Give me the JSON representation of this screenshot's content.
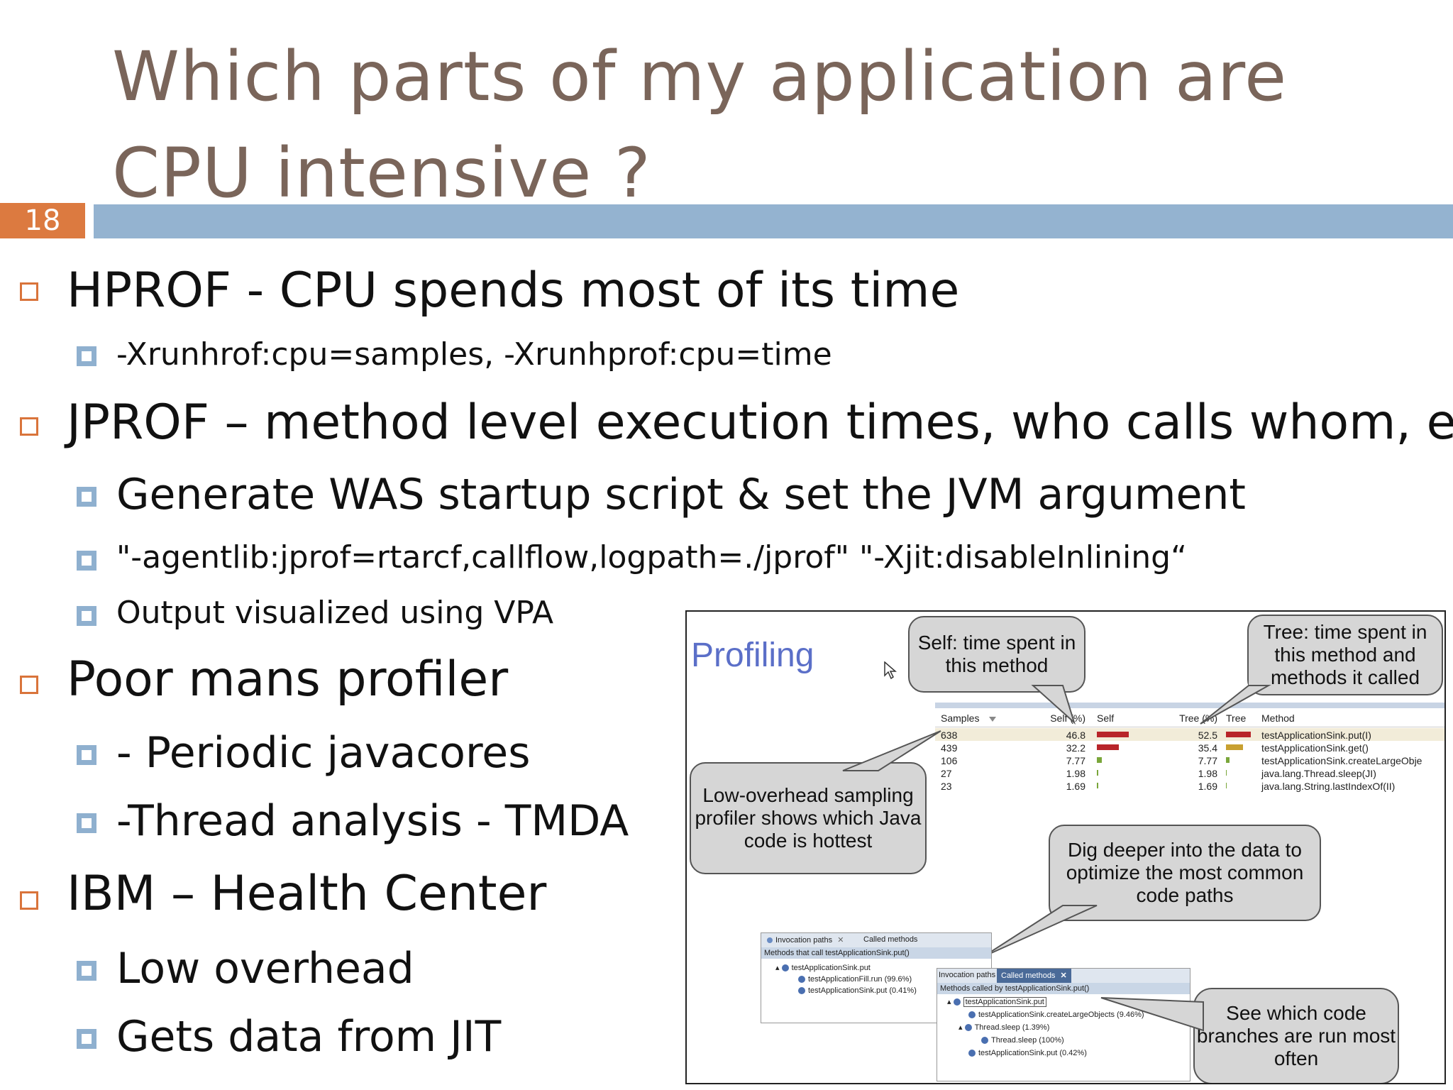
{
  "slide": {
    "title_line1": "Which parts of my application are",
    "title_line2": "CPU intensive ?",
    "number": "18",
    "colors": {
      "title": "#7a655a",
      "accent_bar": "#94b3d0",
      "number_bg": "#dc7a40"
    }
  },
  "bullets": {
    "hprof": "HPROF - CPU spends most of its time",
    "hprof_sub1": "-Xrunhrof:cpu=samples, -Xrunhprof:cpu=time",
    "jprof": "JPROF – method level execution times, who calls whom, etc.",
    "jprof_sub1": "Generate WAS startup script & set the JVM argument",
    "jprof_sub2": "\"-agentlib:jprof=rtarcf,callflow,logpath=./jprof\" \"-Xjit:disableInlining“",
    "jprof_sub3": "Output visualized using VPA",
    "poor": "Poor mans profiler",
    "poor_sub1": "- Periodic javacores",
    "poor_sub2": "-Thread analysis - TMDA",
    "ibm": "IBM – Health Center",
    "ibm_sub1": "Low overhead",
    "ibm_sub2": "Gets data from JIT"
  },
  "screenshot": {
    "heading": "Profiling",
    "callout_self": "Self: time spent in this method",
    "callout_tree": "Tree: time spent in this method and methods it called",
    "callout_low": "Low-overhead sampling profiler shows which Java code is hottest",
    "callout_dig": "Dig deeper into the data to optimize the most common code paths",
    "callout_see": "See which code branches are run most often",
    "table": {
      "headers": {
        "samples": "Samples",
        "self_pct": "Self (%)",
        "self": "Self",
        "tree_pct": "Tree (%)",
        "tree": "Tree",
        "method": "Method"
      },
      "rows": [
        {
          "samples": "638",
          "self_pct": "46.8",
          "tree_pct": "52.5",
          "method": "testApplicationSink.put(I)",
          "self_val": 46.8,
          "tree_val": 52.5
        },
        {
          "samples": "439",
          "self_pct": "32.2",
          "tree_pct": "35.4",
          "method": "testApplicationSink.get()",
          "self_val": 32.2,
          "tree_val": 35.4
        },
        {
          "samples": "106",
          "self_pct": "7.77",
          "tree_pct": "7.77",
          "method": "testApplicationSink.createLargeObje",
          "self_val": 7.77,
          "tree_val": 7.77
        },
        {
          "samples": "27",
          "self_pct": "1.98",
          "tree_pct": "1.98",
          "method": "java.lang.Thread.sleep(JI)",
          "self_val": 1.98,
          "tree_val": 1.98
        },
        {
          "samples": "23",
          "self_pct": "1.69",
          "tree_pct": "1.69",
          "method": "java.lang.String.lastIndexOf(II)",
          "self_val": 1.69,
          "tree_val": 1.69
        }
      ],
      "bar_colors": {
        "high": "#b8252a",
        "mid": "#c8a030",
        "low": "#7aa63a"
      }
    },
    "invocation": {
      "tab_paths": "Invocation paths",
      "tab_called": "Called methods",
      "sub": "Methods that call testApplicationSink.put()",
      "root": "testApplicationSink.put",
      "child1": "testApplicationFill.run (99.6%)",
      "child2": "testApplicationSink.put (0.41%)"
    },
    "called": {
      "tab_paths": "Invocation paths",
      "tab_called": "Called methods",
      "sub": "Methods called by testApplicationSink.put()",
      "root": "testApplicationSink.put",
      "child1": "testApplicationSink.createLargeObjects (9.46%)",
      "child2": "Thread.sleep (1.39%)",
      "child2a": "Thread.sleep (100%)",
      "child3": "testApplicationSink.put (0.42%)"
    }
  }
}
